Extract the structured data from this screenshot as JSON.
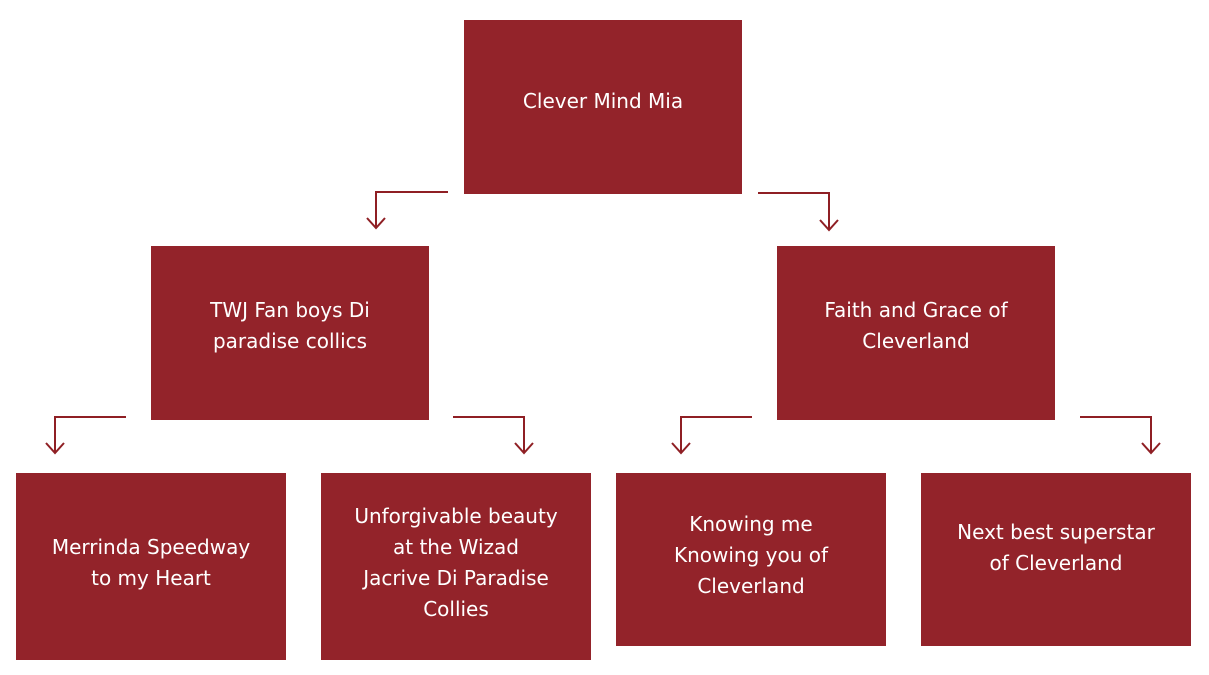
{
  "colors": {
    "node_fill": "#93232a",
    "node_text": "#ffffff",
    "connector": "#8f1f24"
  },
  "tree": {
    "root": {
      "label": "Clever Mind Mia"
    },
    "left": {
      "label": "TWJ Fan boys Di\nparadise collics"
    },
    "right": {
      "label": "Faith and Grace of\nCleverland"
    },
    "left_left": {
      "label": "Merrinda Speedway\nto my Heart"
    },
    "left_right": {
      "label": "Unforgivable beauty\nat the Wizad\nJacrive Di Paradise\nCollies"
    },
    "right_left": {
      "label": "Knowing me\nKnowing you of\nCleverland"
    },
    "right_right": {
      "label": "Next best superstar\nof Cleverland"
    }
  }
}
